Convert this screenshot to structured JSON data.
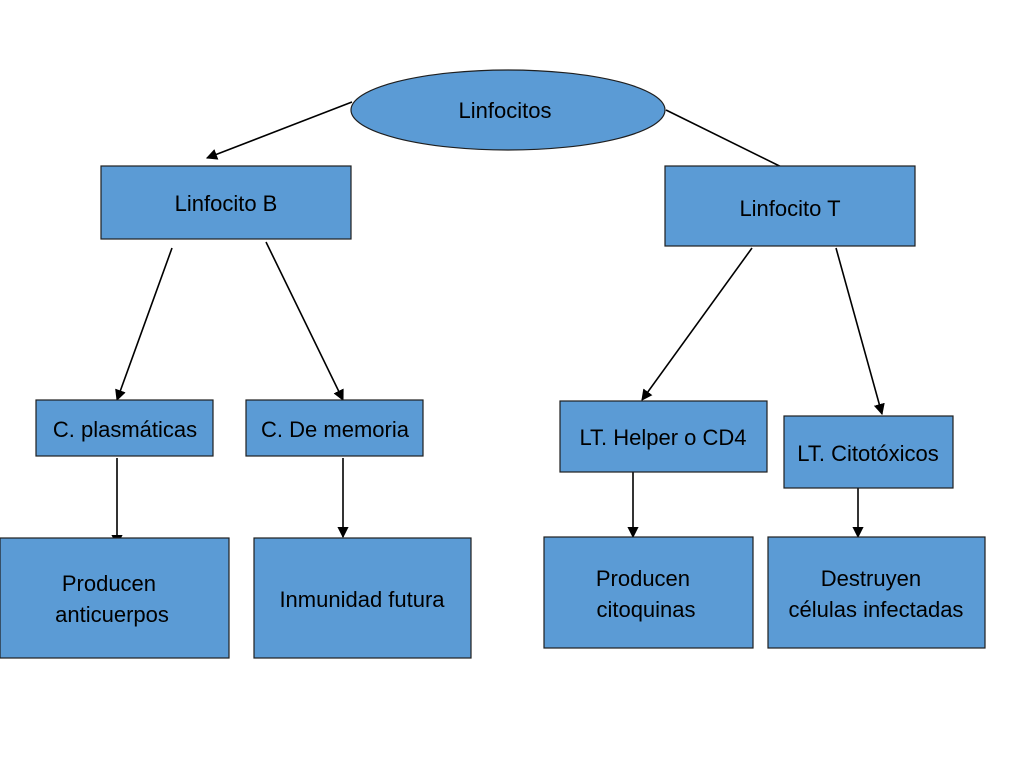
{
  "nodes": {
    "root": "Linfocitos",
    "lb": "Linfocito B",
    "lt": "Linfocito T",
    "plasmaticas": "C. plasmáticas",
    "memoria": "C. De memoria",
    "helper": "LT. Helper o CD4",
    "citotoxicos": "LT. Citotóxicos",
    "anticuerpos": [
      "Producen",
      "anticuerpos"
    ],
    "inmunidad": "Inmunidad futura",
    "citoquinas": [
      "Producen",
      "citoquinas"
    ],
    "destruyen": [
      "Destruyen",
      "células infectadas"
    ]
  },
  "colors": {
    "node_fill": "#5b9bd5",
    "node_border": "#1f1f1f",
    "arrow": "#000000"
  }
}
